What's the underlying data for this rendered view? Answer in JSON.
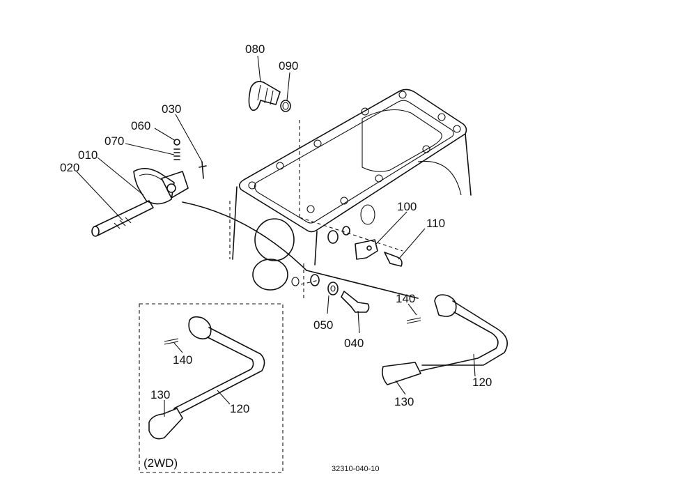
{
  "callouts": {
    "c080": "080",
    "c090": "090",
    "c030": "030",
    "c060": "060",
    "c070": "070",
    "c010": "010",
    "c020": "020",
    "c100": "100",
    "c110": "110",
    "c140": "140",
    "c050": "050",
    "c040": "040",
    "c120": "120",
    "c130": "130"
  },
  "inset": {
    "c140": "140",
    "c130": "130",
    "c120": "120",
    "caption": "(2WD)"
  },
  "figure_code": "32310-040-10",
  "colors": {
    "ink": "#111111",
    "paper": "#ffffff"
  }
}
